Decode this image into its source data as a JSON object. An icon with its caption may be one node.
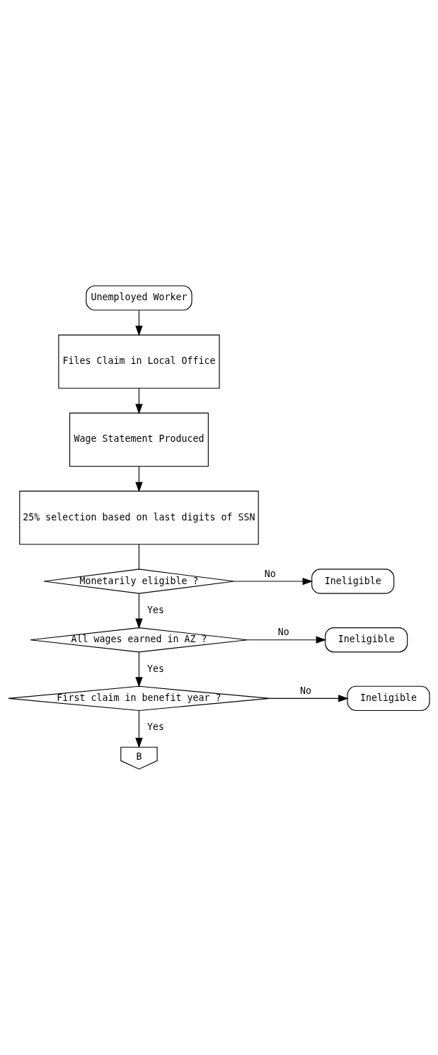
{
  "diagram": {
    "nodes": [
      {
        "text": [
          "Unemployed Worker"
        ]
      },
      {
        "text": [
          "Files Claim in Local Office"
        ]
      },
      {
        "text": [
          "Wage Statement Produced"
        ]
      },
      {
        "text": [
          "25% selection based on last digits of SSN"
        ]
      },
      {
        "text": [
          "Monetarily eligible ?"
        ]
      },
      {
        "text": [
          "Ineligible"
        ]
      },
      {
        "text": [
          "All wages earned in AZ ?"
        ]
      },
      {
        "text": [
          "Ineligible"
        ]
      },
      {
        "text": [
          "First claim in benefit year ?"
        ]
      },
      {
        "text": [
          "Ineligible"
        ]
      },
      {
        "text": [
          "B"
        ]
      }
    ],
    "edges": [
      {
        "from": 0,
        "to": 1,
        "arrow": "to"
      },
      {
        "from": 1,
        "to": 2,
        "arrow": "to"
      },
      {
        "from": 2,
        "to": 3,
        "arrow": "to"
      },
      {
        "from": 3,
        "to": 4,
        "arrow": "none"
      },
      {
        "from": 4,
        "to": 5,
        "arrow": "to",
        "label": "No"
      },
      {
        "from": 4,
        "to": 6,
        "arrow": "to",
        "label": "Yes"
      },
      {
        "from": 6,
        "to": 7,
        "arrow": "to",
        "label": "No"
      },
      {
        "from": 6,
        "to": 8,
        "arrow": "to",
        "label": "Yes"
      },
      {
        "from": 8,
        "to": 9,
        "arrow": "to",
        "label": "No"
      },
      {
        "from": 8,
        "to": 10,
        "arrow": "to",
        "label": "Yes"
      }
    ]
  }
}
